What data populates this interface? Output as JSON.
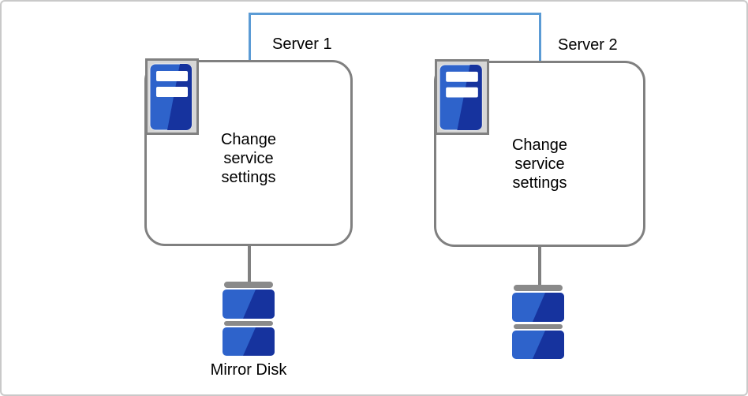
{
  "diagram": {
    "nodes": [
      {
        "server_label": "Server 1",
        "service_text": "Change\nservice\nsettings",
        "disk_label": "Mirror Disk"
      },
      {
        "server_label": "Server 2",
        "service_text": "Change\nservice\nsettings"
      }
    ],
    "icons": {
      "server": "server-tower-icon",
      "disk": "mirror-disk-stack-icon"
    },
    "colors": {
      "link_blue": "#5B9BD5",
      "link_gray": "#808080",
      "box_border": "#808080",
      "server_blue_light": "#2E63CB",
      "server_blue_dark": "#16339E",
      "server_slot_white": "#FFFFFF",
      "icon_frame_fill": "#D6D6D6",
      "icon_frame_border": "#808080",
      "disk_bar_gray": "#8A8A8A",
      "page_border": "#C9C9C9",
      "text": "#000000"
    }
  }
}
